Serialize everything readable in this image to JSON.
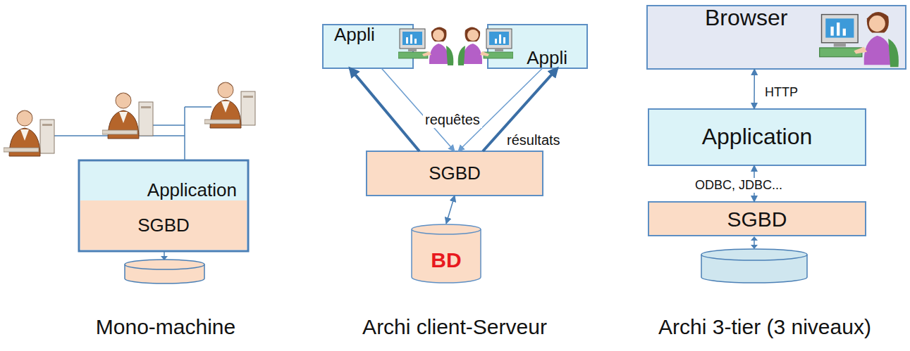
{
  "diagram": {
    "nodes": [
      {
        "text": [
          "Application"
        ]
      },
      {
        "text": [
          "SGBD"
        ]
      },
      {
        "text": [
          "Appli"
        ]
      },
      {
        "text": [
          "Appli"
        ]
      },
      {
        "text": [
          "SGBD"
        ]
      },
      {
        "text": [
          "BD"
        ]
      },
      {
        "text": [
          "Browser"
        ]
      },
      {
        "text": [
          "Application"
        ]
      },
      {
        "text": [
          "SGBD"
        ]
      }
    ],
    "edges": [
      {
        "from": 2,
        "to": 4,
        "arrow": "to",
        "label": "requêtes"
      },
      {
        "from": 3,
        "to": 4,
        "arrow": "to"
      },
      {
        "from": 4,
        "to": 2,
        "arrow": "to"
      },
      {
        "from": 4,
        "to": 3,
        "arrow": "to",
        "label": "résultats"
      },
      {
        "from": 4,
        "to": 5,
        "arrow": "both"
      },
      {
        "from": 6,
        "to": 7,
        "arrow": "both",
        "label": "HTTP"
      },
      {
        "from": 7,
        "to": 8,
        "arrow": "both",
        "label": "ODBC, JDBC..."
      }
    ],
    "labels": [
      "Mono-machine",
      "Archi client-Serveur",
      "Archi 3-tier (3 niveaux)"
    ]
  }
}
